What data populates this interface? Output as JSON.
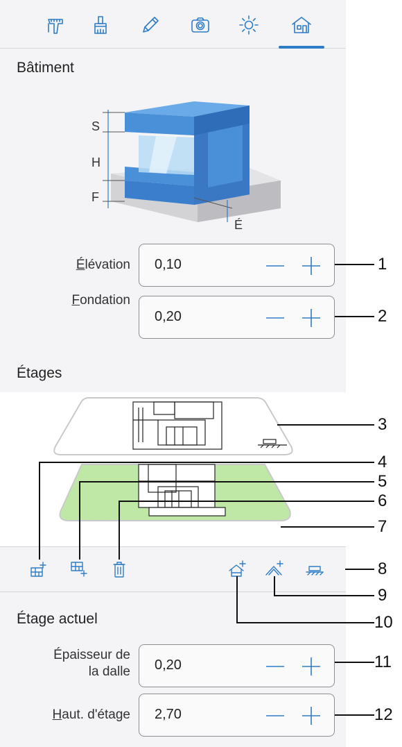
{
  "toolbar": {
    "tabs": [
      {
        "name": "walls-tool",
        "icon": "caliper-icon"
      },
      {
        "name": "paint-tool",
        "icon": "brush-icon"
      },
      {
        "name": "draw-tool",
        "icon": "pencil-icon"
      },
      {
        "name": "camera-tool",
        "icon": "camera-icon"
      },
      {
        "name": "light-tool",
        "icon": "sun-icon"
      },
      {
        "name": "building-tool",
        "icon": "house-icon",
        "selected": true
      }
    ]
  },
  "building": {
    "title": "Bâtiment",
    "diagram_labels": {
      "s": "S",
      "h": "H",
      "f": "F",
      "e": "É"
    },
    "elevation": {
      "label_prefix": "",
      "label_underline": "É",
      "label_rest": "lévation",
      "value": "0,10"
    },
    "foundation": {
      "label_underline": "F",
      "label_rest": "ondation",
      "value": "0,20"
    }
  },
  "floors": {
    "title": "Étages"
  },
  "current_floor": {
    "title": "Étage actuel",
    "slab": {
      "label_line1": "Épaisseur de",
      "label_line2": "la dalle",
      "value": "0,20"
    },
    "height": {
      "label_underline": "H",
      "label_rest": "aut. d'étage",
      "value": "2,70"
    }
  },
  "callouts": [
    "1",
    "2",
    "3",
    "4",
    "5",
    "6",
    "7",
    "8",
    "9",
    "10",
    "11",
    "12"
  ],
  "colors": {
    "accent": "#2f7cc6",
    "panel": "#f4f4f6",
    "floor_green": "#bfe8a7",
    "building_blue": "#4a90d9"
  }
}
